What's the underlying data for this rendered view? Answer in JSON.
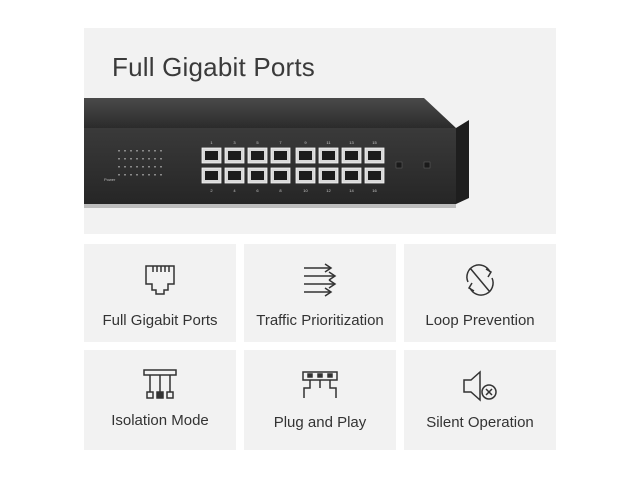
{
  "hero": {
    "title": "Full Gigabit Ports",
    "port_numbers_top": [
      "1",
      "3",
      "5",
      "7",
      "9",
      "11",
      "13",
      "15"
    ],
    "port_numbers_bottom": [
      "2",
      "4",
      "6",
      "8",
      "10",
      "12",
      "14",
      "16"
    ],
    "power_label": "Power"
  },
  "features": [
    {
      "label": "Full Gigabit Ports",
      "icon": "ethernet-port-icon"
    },
    {
      "label": "Traffic Prioritization",
      "icon": "traffic-arrows-icon"
    },
    {
      "label": "Loop Prevention",
      "icon": "loop-prevention-icon"
    },
    {
      "label": "Isolation Mode",
      "icon": "isolation-mode-icon"
    },
    {
      "label": "Plug and Play",
      "icon": "plug-and-play-icon"
    },
    {
      "label": "Silent Operation",
      "icon": "silent-speaker-icon"
    }
  ],
  "colors": {
    "panel_bg": "#f2f2f2",
    "switch_body": "#2e2e2e",
    "icon_stroke": "#333333"
  }
}
